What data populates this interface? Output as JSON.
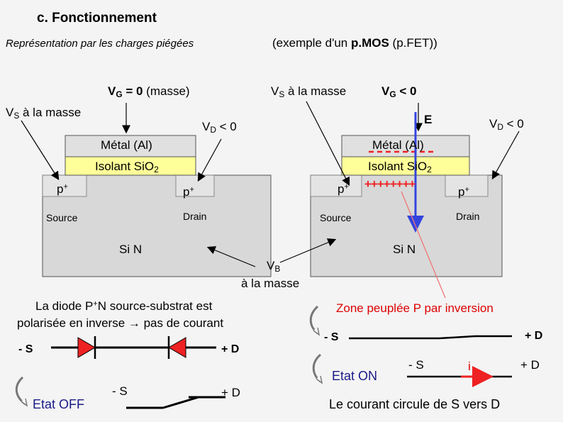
{
  "header": {
    "section": "c. Fonctionnement",
    "subtitle_left": "Représentation par les charges piégées",
    "subtitle_right_pre": "(exemple d'un ",
    "subtitle_right_bold": "p.MOS",
    "subtitle_right_post": " (p.FET))"
  },
  "left_device": {
    "vg_label": "V",
    "vg_sub": "G",
    "vg_value": " = 0",
    "vg_note": " (masse)",
    "vs_label": "V",
    "vs_sub": "S",
    "vs_note": " à la masse",
    "vd_label": "V",
    "vd_sub": "D",
    "vd_value": " < 0",
    "metal": "Métal (Al)",
    "oxide_pre": "Isolant SiO",
    "oxide_sub": "2",
    "p_left": "p",
    "p_right": "p",
    "p_sup": "+",
    "source": "Source",
    "drain": "Drain",
    "substrate": "Si N"
  },
  "right_device": {
    "vs_label": "V",
    "vs_sub": "S",
    "vs_note": " à la masse",
    "vg_label": "V",
    "vg_sub": "G",
    "vg_value": " < 0",
    "field": "E",
    "vd_label": "V",
    "vd_sub": "D",
    "vd_value": " < 0",
    "metal": "Métal  (Al)",
    "oxide_pre": "Isolant SiO",
    "oxide_sub": "2",
    "p_left": "p",
    "p_right": "p",
    "p_sup": "+",
    "charges": "++++++++",
    "source": "Source",
    "drain": "Drain",
    "substrate": "Si N"
  },
  "bulk": {
    "label": "V",
    "sub": "B",
    "note": "à la masse"
  },
  "off_state": {
    "diode_line1_pre": "La diode P",
    "diode_line1_sup": "+",
    "diode_line1_post": "N source-substrat est",
    "diode_line2": "polarisée en inverse ",
    "diode_arrow": "→",
    "diode_line2_post": " pas de courant",
    "minus_s": "- S",
    "plus_d": "+ D",
    "state": "Etat OFF",
    "switch_s": "- S",
    "switch_d": "+ D"
  },
  "on_state": {
    "zone": "Zone peuplée P par inversion",
    "minus_s": "- S",
    "plus_d": "+ D",
    "state": "Etat ON",
    "wire_s": "- S",
    "current": "i",
    "wire_d": "+ D",
    "note": "Le courant circule de S vers D"
  },
  "colors": {
    "metal": "#e0e0e0",
    "oxide": "#ffff99",
    "substrate": "#d8d8d8",
    "diode": "#ee2222",
    "field_arrow": "#3344dd",
    "red_text": "#dd0000",
    "charge": "#ee2222"
  }
}
